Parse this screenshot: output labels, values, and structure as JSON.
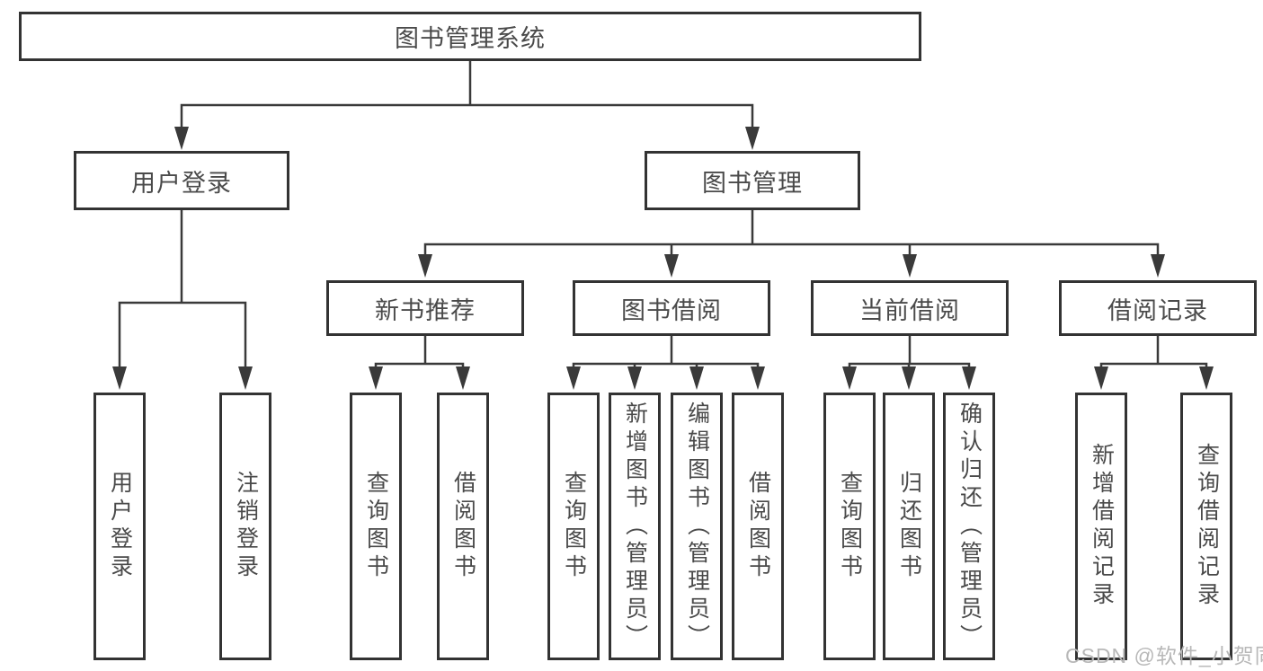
{
  "diagram": {
    "root": {
      "label": "图书管理系统"
    },
    "level2": [
      {
        "label": "用户登录"
      },
      {
        "label": "图书管理"
      }
    ],
    "level3": [
      {
        "label": "新书推荐"
      },
      {
        "label": "图书借阅"
      },
      {
        "label": "当前借阅"
      },
      {
        "label": "借阅记录"
      }
    ],
    "leaves": {
      "user_login": [
        {
          "label": "用户登录"
        },
        {
          "label": "注销登录"
        }
      ],
      "new_books": [
        {
          "label": "查询图书"
        },
        {
          "label": "借阅图书"
        }
      ],
      "book_borrow": [
        {
          "label": "查询图书"
        },
        {
          "label": "新增图书（管理员）"
        },
        {
          "label": "编辑图书（管理员）"
        },
        {
          "label": "借阅图书"
        }
      ],
      "current_borrow": [
        {
          "label": "查询图书"
        },
        {
          "label": "归还图书"
        },
        {
          "label": "确认归还（管理员）"
        }
      ],
      "borrow_records": [
        {
          "label": "新增借阅记录"
        },
        {
          "label": "查询借阅记录"
        }
      ]
    },
    "colors": {
      "line": "#3a3a3a",
      "box_border": "#333333",
      "text": "#4a4a4a",
      "watermark_text": "#b8b8b8",
      "background": "#ffffff"
    }
  },
  "watermark": {
    "text": "CSDN @软件_小贺同学"
  }
}
